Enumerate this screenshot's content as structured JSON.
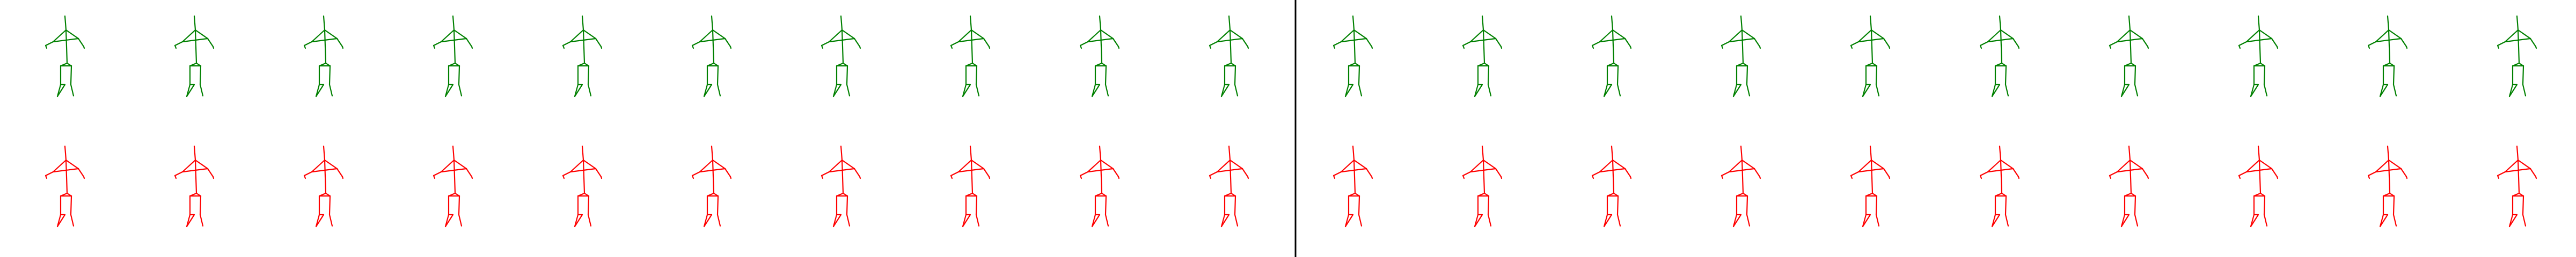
{
  "colors": {
    "background": "#ffffff",
    "top_row": "#008000",
    "bottom_row": "#ff0000",
    "divider": "#000000"
  },
  "panels": [
    {
      "rows": [
        {
          "color_key": "top_row",
          "figure_count": 10
        },
        {
          "color_key": "bottom_row",
          "figure_count": 10
        }
      ]
    },
    {
      "rows": [
        {
          "color_key": "top_row",
          "figure_count": 10
        },
        {
          "color_key": "bottom_row",
          "figure_count": 10
        }
      ]
    }
  ]
}
